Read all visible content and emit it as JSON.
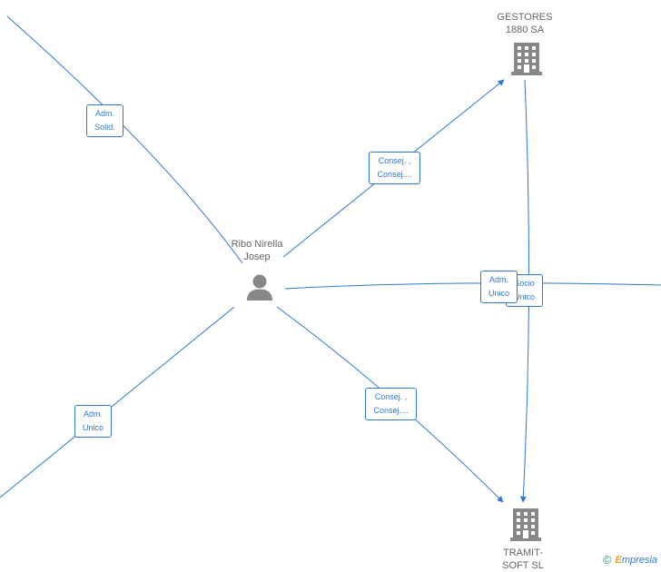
{
  "nodes": {
    "gestores": {
      "lines": [
        "GESTORES",
        "1880 SA"
      ],
      "icon": "building-icon"
    },
    "person": {
      "lines": [
        "Ribo Nirella",
        "Josep"
      ],
      "icon": "person-icon"
    },
    "tramit": {
      "lines": [
        "TRAMIT-",
        "SOFT SL"
      ],
      "icon": "building-icon"
    }
  },
  "edge_labels": {
    "adm_solid": [
      "Adm.",
      "Solid."
    ],
    "consej_top": [
      "Consej. ,",
      "Consej...."
    ],
    "adm_unico_left": [
      "Adm.",
      "Unico"
    ],
    "consej_bottom": [
      "Consej. ,",
      "Consej...."
    ],
    "socio_unico": [
      "Socio",
      "Unico"
    ],
    "adm_unico_right": [
      "Adm.",
      "Unico"
    ]
  },
  "brand": {
    "copyright": "©",
    "initial": "E",
    "rest": "mpresia"
  },
  "colors": {
    "edge": "#2f78d2",
    "icon": "#888888",
    "text": "#666666"
  }
}
